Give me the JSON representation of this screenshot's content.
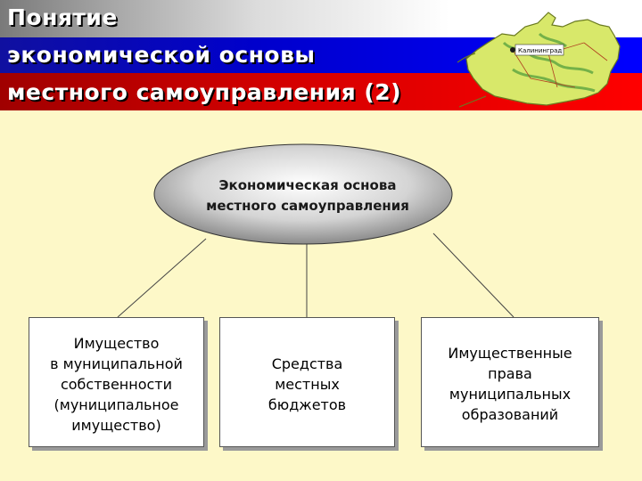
{
  "title": {
    "line1": "Понятие",
    "line2": "экономической основы",
    "line3": "местного самоуправления (2)"
  },
  "map": {
    "label": "Калининград"
  },
  "diagram": {
    "center": {
      "line1": "Экономическая основа",
      "line2": "местного самоуправления"
    },
    "boxes": [
      {
        "lines": [
          "Имущество",
          "в муниципальной",
          "собственности",
          "(муниципальное",
          "имущество)"
        ]
      },
      {
        "lines": [
          "Средства",
          "местных",
          "бюджетов"
        ]
      },
      {
        "lines": [
          "Имущественные",
          "права",
          "муниципальных",
          "образований"
        ]
      }
    ]
  },
  "colors": {
    "background": "#fdf8c8",
    "flag_white": "#ffffff",
    "flag_blue": "#0000ff",
    "flag_red": "#ff0000"
  }
}
